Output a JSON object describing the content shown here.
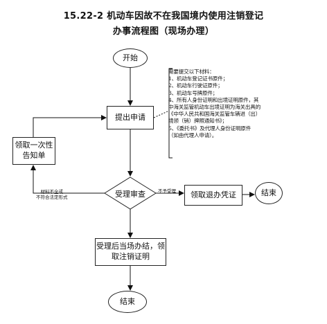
{
  "title": {
    "line1": "15.22-2  机动车因故不在我国境内使用注销登记",
    "line2": "办事流程图（现场办理）"
  },
  "nodes": {
    "start": "开始",
    "submit": "提出申请",
    "notice": "领取一次性告知单",
    "review": "受理审查",
    "issue_receipt": "领取退办凭证",
    "end_right": "结束",
    "handle": "受理后当场办结，领取注销证明",
    "end_bottom": "结束"
  },
  "edge_labels": {
    "incomplete_line1": "材料不全或",
    "incomplete_line2": "不符合法定形式",
    "not_accepted": "不予受理"
  },
  "materials": {
    "heading": "需要提交以下材料：",
    "lines": [
      "1、机动车登记证书原件；",
      "2、机动车行驶证原件；",
      "3、机动车号牌原件；",
      "4、所有人身份证明和出境证明原件，其",
      "中海关监管机动车出境证明为海关出具的",
      "《中华人民共和国海关监管车辆进（出）",
      "境领（销）牌照通知书》；",
      "5、《委托书》及代理人身份证明原件",
      "（如由代理人申请）。"
    ]
  }
}
